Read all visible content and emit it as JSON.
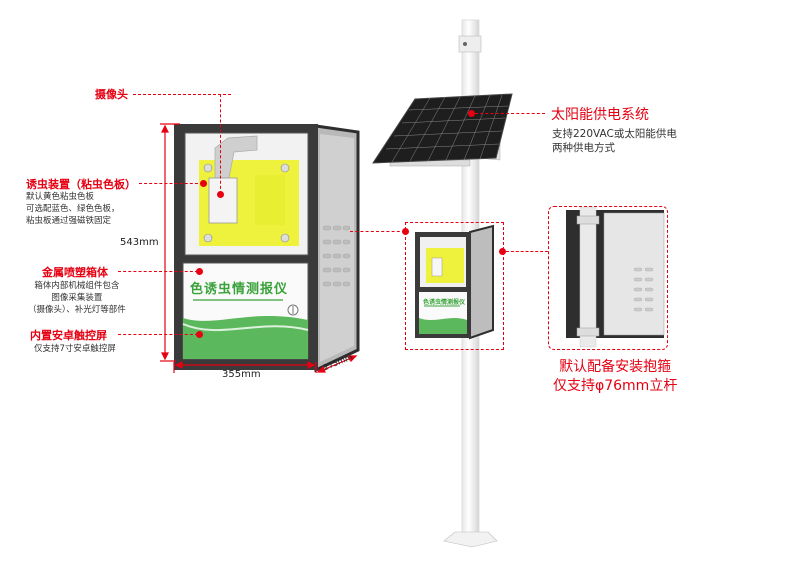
{
  "labels": {
    "camera": {
      "title": "摄像头"
    },
    "insect_lure": {
      "title": "诱虫装置（粘虫色板）",
      "lines": [
        "默认黄色粘虫色板",
        "可选配蓝色、绿色色板，",
        "粘虫板通过强磁铁固定"
      ]
    },
    "metal_box": {
      "title": "金属喷塑箱体",
      "lines": [
        "箱体内部机械组件包含",
        "图像采集装置",
        "（摄像头）、补光灯等部件"
      ]
    },
    "touchscreen": {
      "title": "内置安卓触控屏",
      "lines": [
        "仅支持7寸安卓触控屏"
      ]
    },
    "solar": {
      "title": "太阳能供电系统",
      "lines": [
        "支持220VAC或太阳能供电",
        "两种供电方式"
      ]
    },
    "mount": {
      "lines": [
        "默认配备安装抱箍",
        "仅支持φ76mm立杆"
      ]
    }
  },
  "dimensions": {
    "height": "543mm",
    "width": "355mm",
    "depth": "275mm"
  },
  "device_panel_text": "色诱虫情测报仪",
  "colors": {
    "accent_red": "#e60012",
    "panel_green": "#3aa23a",
    "sticky_yellow": "#f2f23a",
    "frame_dark": "#3a3a3a"
  }
}
